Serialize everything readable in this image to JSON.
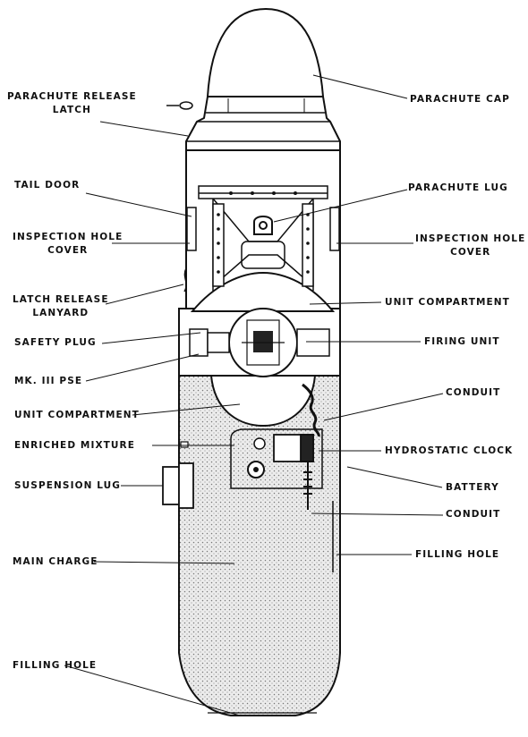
{
  "labels": {
    "parachute_release_latch": [
      "PARACHUTE RELEASE",
      "LATCH"
    ],
    "parachute_cap": "PARACHUTE CAP",
    "tail_door": "TAIL DOOR",
    "parachute_lug": "PARACHUTE LUG",
    "inspection_hole_cover_left": [
      "INSPECTION HOLE",
      "COVER"
    ],
    "inspection_hole_cover_right": [
      "INSPECTION HOLE",
      "COVER"
    ],
    "latch_release_lanyard": [
      "LATCH RELEASE",
      "LANYARD"
    ],
    "unit_compartment_upper": "UNIT COMPARTMENT",
    "safety_plug": "SAFETY PLUG",
    "firing_unit": "FIRING UNIT",
    "mk_iii_pse": "MK. III PSE",
    "conduit_upper": "CONDUIT",
    "unit_compartment_lower": "UNIT COMPARTMENT",
    "enriched_mixture": "ENRICHED MIXTURE",
    "hydrostatic_clock": "HYDROSTATIC CLOCK",
    "suspension_lug": "SUSPENSION LUG",
    "battery": "BATTERY",
    "conduit_lower": "CONDUIT",
    "main_charge": "MAIN CHARGE",
    "filling_hole_right": "FILLING HOLE",
    "filling_hole_bottom": "FILLING HOLE"
  },
  "colors": {
    "ink": "#111111",
    "charge_fill": "#e6e6e6",
    "background": "#ffffff"
  }
}
